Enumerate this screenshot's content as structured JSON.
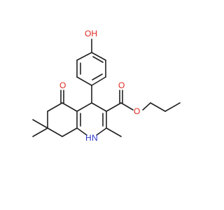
{
  "molecule": {
    "atom_labels": {
      "hydroxyl": "OH",
      "ketone_oxygen": "O",
      "carbonyl_oxygen": "O",
      "ester_oxygen": "O",
      "nitrogen_h": "H",
      "nitrogen": "N"
    },
    "colors": {
      "bond": "#222222",
      "oxygen": "#e0281e",
      "nitrogen": "#2a37c9",
      "background": "#ffffff"
    }
  }
}
